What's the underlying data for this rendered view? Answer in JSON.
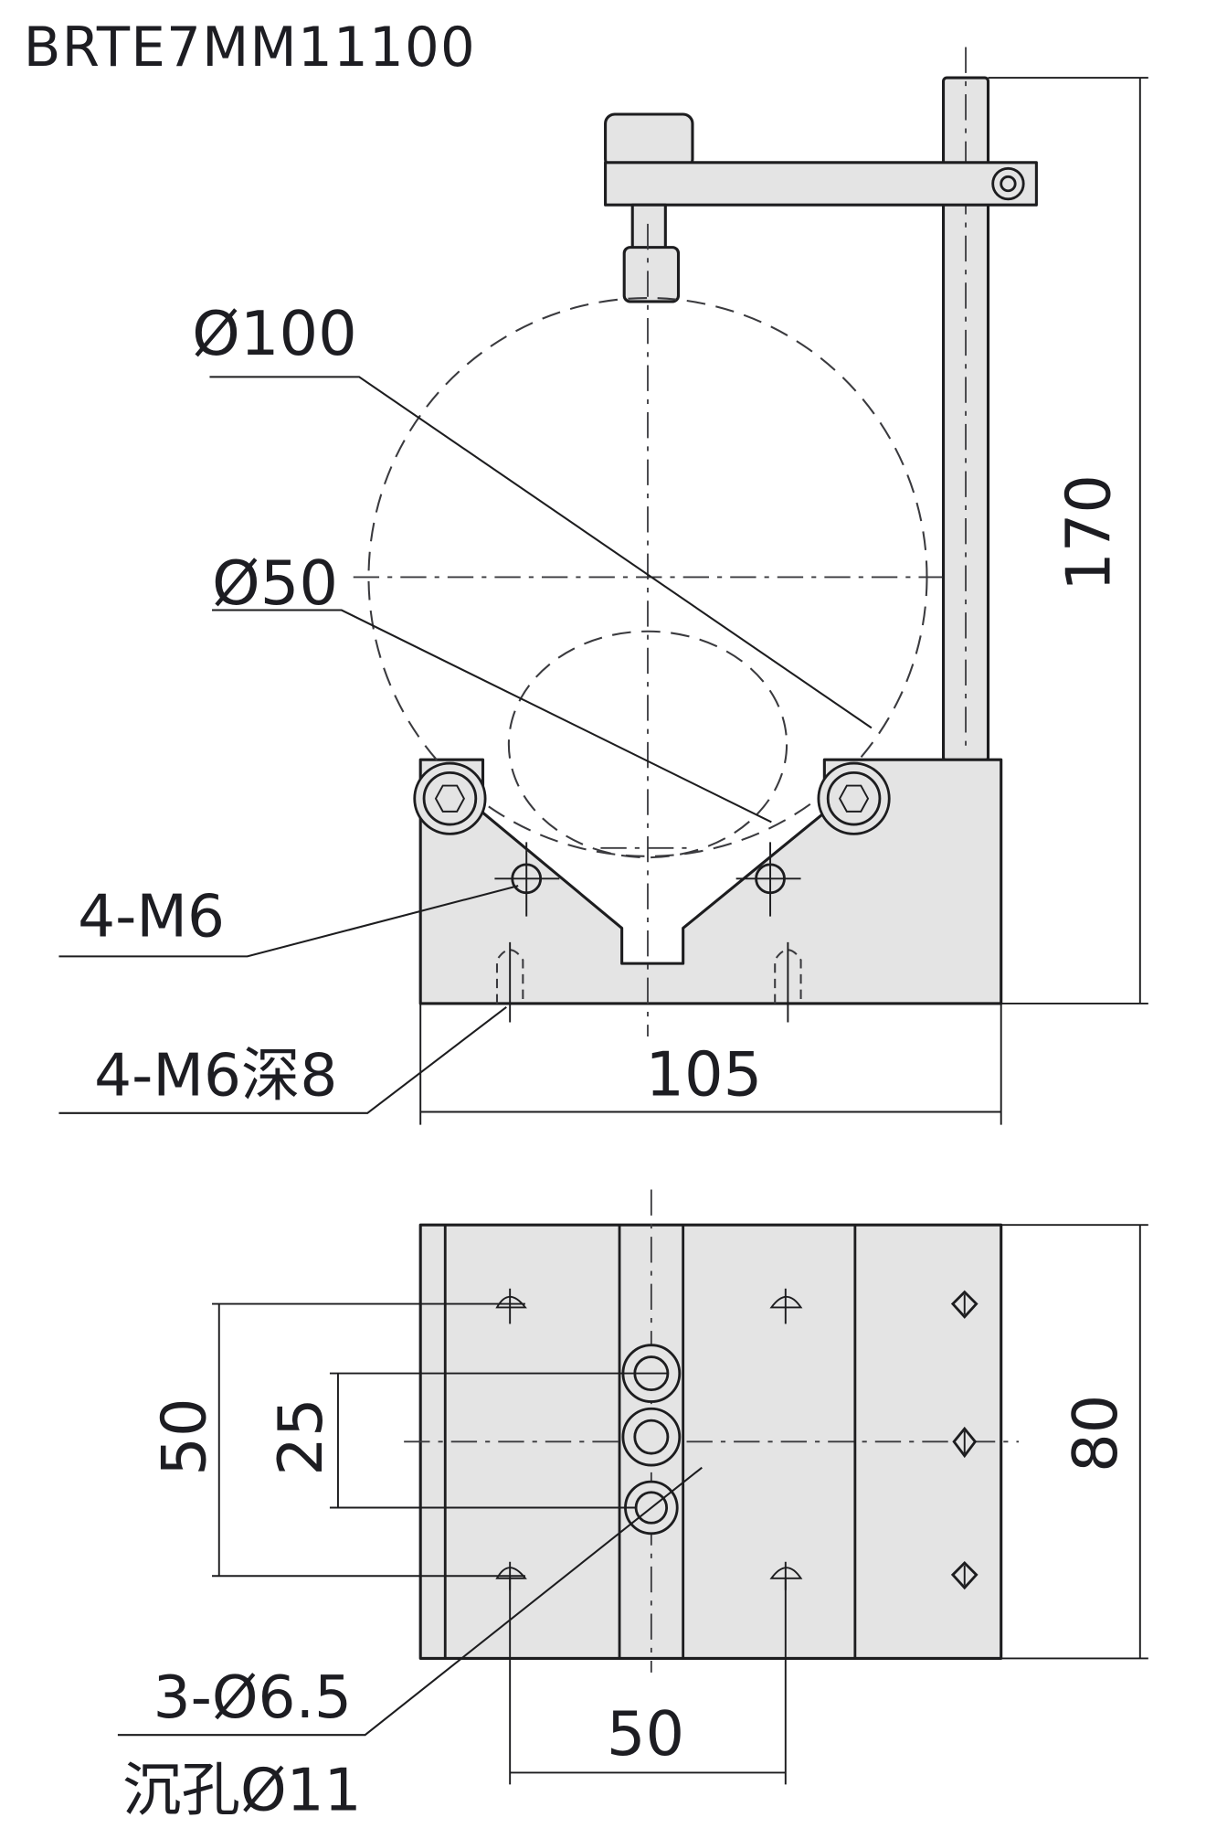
{
  "title": "BRTE7MM11100",
  "front_view": {
    "callouts": {
      "large_diameter": "Ø100",
      "small_diameter": "Ø50",
      "side_holes": "4-M6",
      "bottom_holes": "4-M6深8"
    },
    "dimensions": {
      "width": "105",
      "height": "170"
    }
  },
  "top_view": {
    "callouts": {
      "counterbore_holes_line1": "3-Ø6.5",
      "counterbore_holes_line2": "沉孔Ø11"
    },
    "dimensions": {
      "hole_spacing_vertical_outer": "50",
      "hole_spacing_vertical_inner": "25",
      "depth": "80",
      "hole_spacing_horizontal": "50"
    }
  },
  "colors": {
    "part_fill": "#e4e4e4",
    "line": "#1d1d1f",
    "background": "#ffffff"
  }
}
